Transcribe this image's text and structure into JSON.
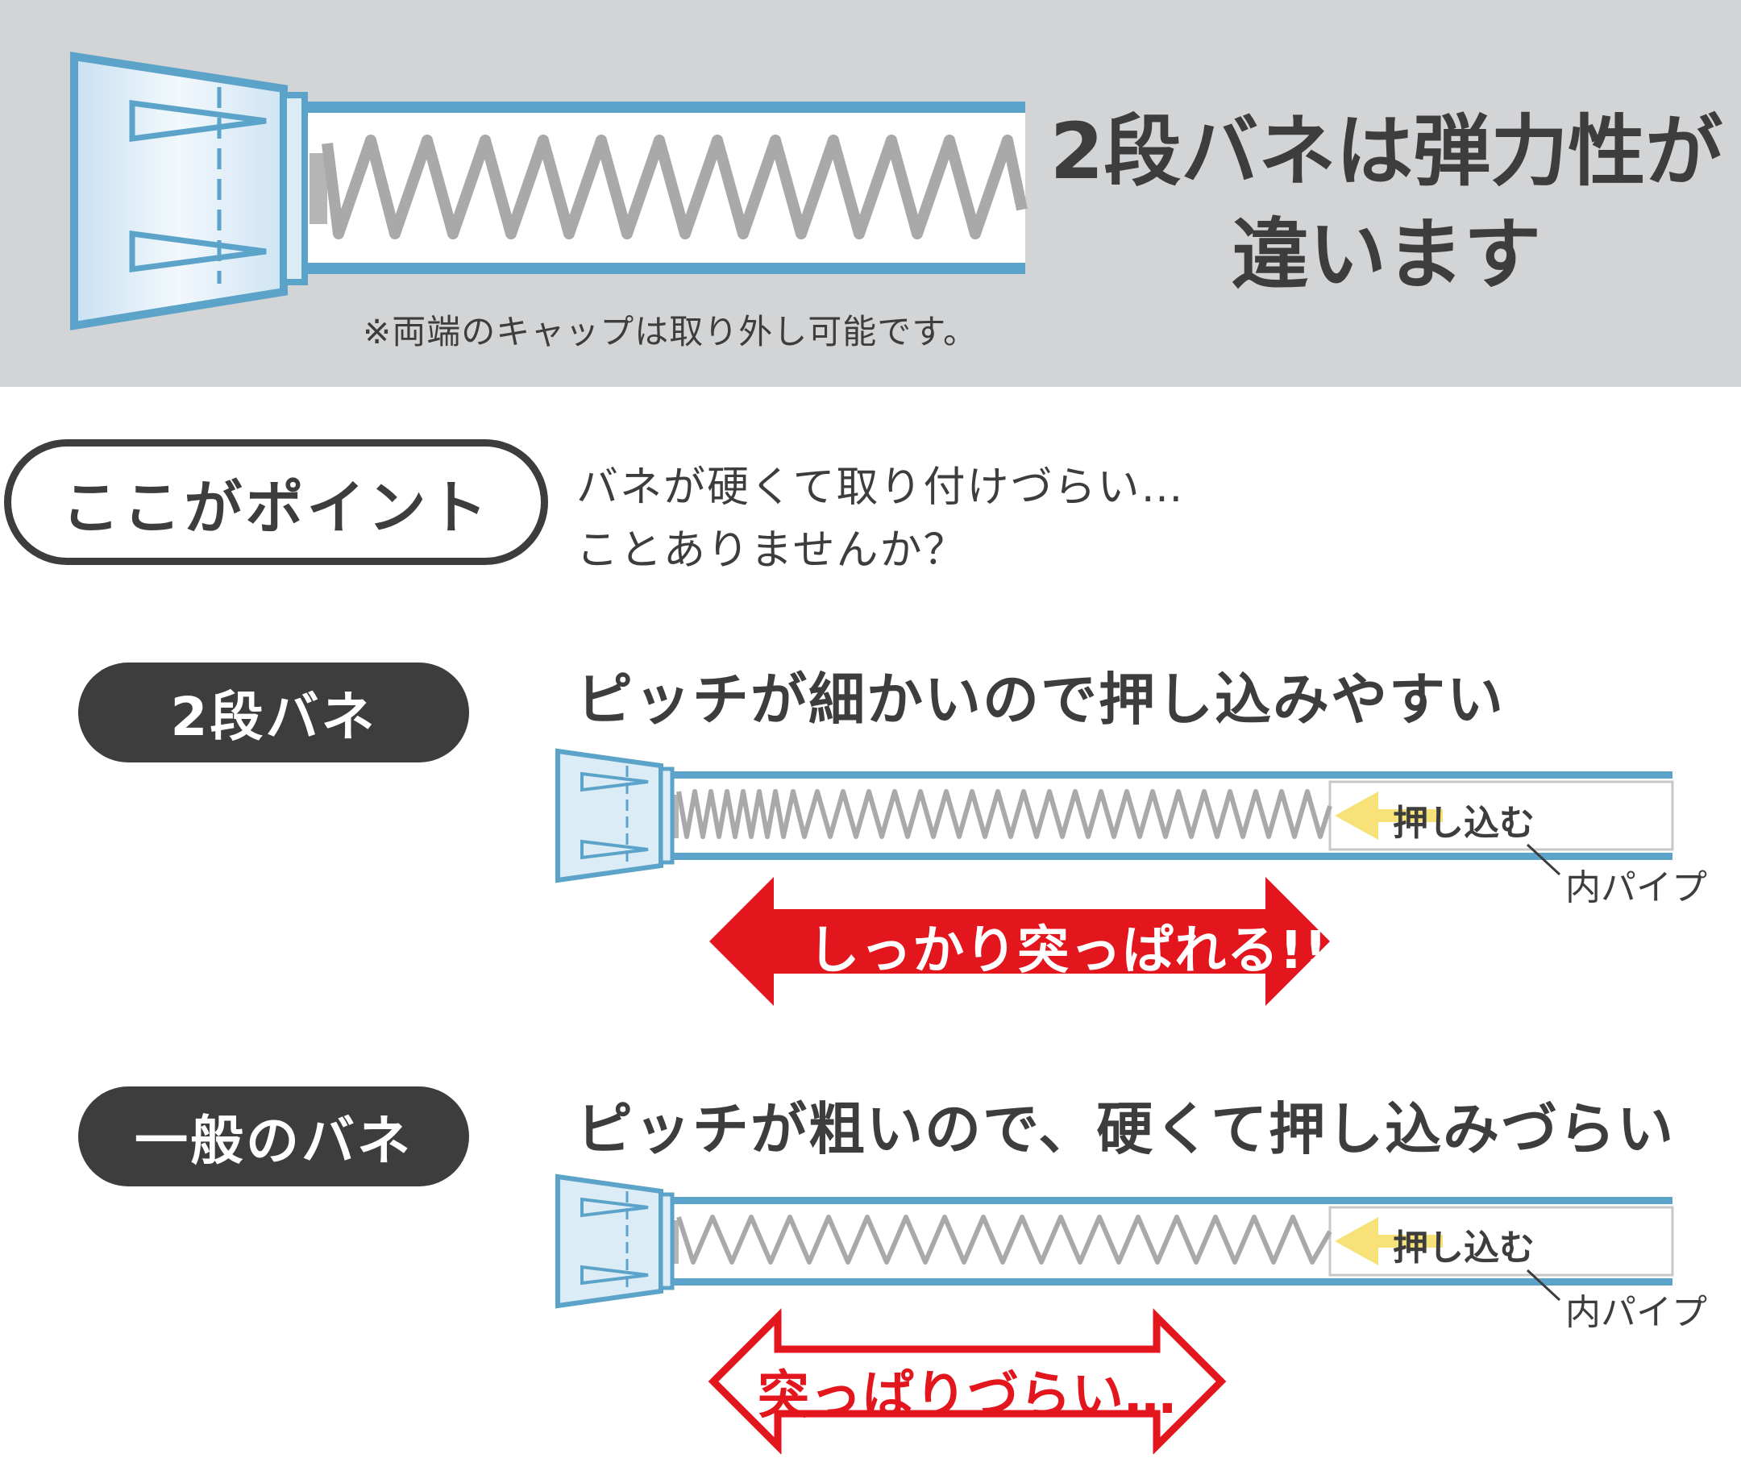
{
  "header": {
    "headline_line1": "2段バネは弾力性が",
    "headline_line2": "違います",
    "note": "※両端のキャップは取り外し可能です。"
  },
  "point": {
    "badge": "ここがポイント",
    "question_line1": "バネが硬くて取り付けづらい…",
    "question_line2": "ことありませんか？"
  },
  "two_stage": {
    "badge": "2段バネ",
    "caption": "ピッチが細かいので押し込みやすい",
    "push_label": "押し込む",
    "inner_pipe_label": "内パイプ",
    "arrow_text": "しっかり突っぱれる!!"
  },
  "general": {
    "badge": "一般のバネ",
    "caption": "ピッチが粗いので、硬くて押し込みづらい",
    "push_label": "押し込む",
    "inner_pipe_label": "内パイプ",
    "arrow_text": "突っぱりづらい…"
  },
  "colors": {
    "header_bg": "#d3d4d6",
    "pipe_blue": "#5ba3c9",
    "cap_fill": "#dcecf7",
    "spring_gray": "#a8a8a8",
    "push_arrow_yellow": "#f7e27a",
    "red": "#e3161e",
    "text_dark": "#3d3d3d"
  }
}
